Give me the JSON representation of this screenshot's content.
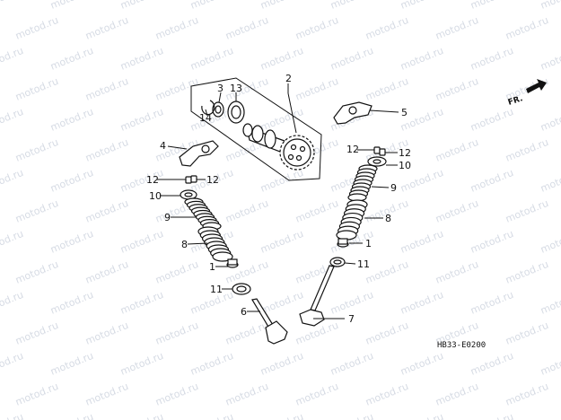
{
  "diagram": {
    "watermark": "motod.ru",
    "direction_label": "FR.",
    "diagram_code": "HB33-E0200",
    "callouts": {
      "n1_right": "1",
      "n1_left": "1",
      "n2": "2",
      "n3": "3",
      "n4": "4",
      "n5": "5",
      "n6": "6",
      "n7": "7",
      "n8_left": "8",
      "n8_right": "8",
      "n9_left": "9",
      "n9_right": "9",
      "n10_left": "10",
      "n10_right": "10",
      "n11_left": "11",
      "n11_right": "11",
      "n12_a": "12",
      "n12_b": "12",
      "n12_c": "12",
      "n12_d": "12",
      "n13": "13",
      "n14": "14"
    }
  }
}
